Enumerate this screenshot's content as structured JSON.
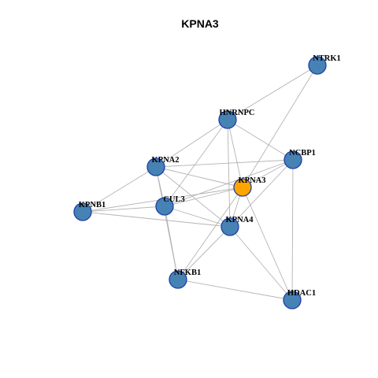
{
  "title": "KPNA3",
  "colors": {
    "node_default": "#4682B4",
    "node_highlight": "#FFA500",
    "node_border": "#1F3FA6",
    "edge": "#B4B4B4"
  },
  "nodes": [
    {
      "id": "NTRK1",
      "label": "NTRK1",
      "highlight": false
    },
    {
      "id": "HNRNPC",
      "label": "HNRNPC",
      "highlight": false
    },
    {
      "id": "NCBP1",
      "label": "NCBP1",
      "highlight": false
    },
    {
      "id": "KPNA2",
      "label": "KPNA2",
      "highlight": false
    },
    {
      "id": "KPNA3",
      "label": "KPNA3",
      "highlight": true
    },
    {
      "id": "KPNB1",
      "label": "KPNB1",
      "highlight": false
    },
    {
      "id": "CUL3",
      "label": "CUL3",
      "highlight": false
    },
    {
      "id": "KPNA4",
      "label": "KPNA4",
      "highlight": false
    },
    {
      "id": "NFKB1",
      "label": "NFKB1",
      "highlight": false
    },
    {
      "id": "HDAC1",
      "label": "HDAC1",
      "highlight": false
    }
  ],
  "edges": [
    [
      "NTRK1",
      "HNRNPC"
    ],
    [
      "NTRK1",
      "KPNA3"
    ],
    [
      "HNRNPC",
      "KPNA2"
    ],
    [
      "HNRNPC",
      "NCBP1"
    ],
    [
      "HNRNPC",
      "KPNA3"
    ],
    [
      "HNRNPC",
      "CUL3"
    ],
    [
      "HNRNPC",
      "KPNA4"
    ],
    [
      "KPNA2",
      "NCBP1"
    ],
    [
      "KPNA2",
      "KPNA3"
    ],
    [
      "KPNA2",
      "KPNB1"
    ],
    [
      "KPNA2",
      "CUL3"
    ],
    [
      "KPNA2",
      "KPNA4"
    ],
    [
      "KPNA2",
      "NFKB1"
    ],
    [
      "NCBP1",
      "CUL3"
    ],
    [
      "NCBP1",
      "KPNA3"
    ],
    [
      "NCBP1",
      "KPNA4"
    ],
    [
      "NCBP1",
      "HDAC1"
    ],
    [
      "KPNA3",
      "KPNB1"
    ],
    [
      "KPNA3",
      "CUL3"
    ],
    [
      "KPNA3",
      "KPNA4"
    ],
    [
      "KPNA3",
      "NFKB1"
    ],
    [
      "KPNA3",
      "HDAC1"
    ],
    [
      "KPNB1",
      "CUL3"
    ],
    [
      "KPNB1",
      "KPNA4"
    ],
    [
      "CUL3",
      "NFKB1"
    ],
    [
      "CUL3",
      "KPNA4"
    ],
    [
      "KPNA4",
      "NFKB1"
    ],
    [
      "KPNA4",
      "HDAC1"
    ],
    [
      "NFKB1",
      "HDAC1"
    ]
  ]
}
